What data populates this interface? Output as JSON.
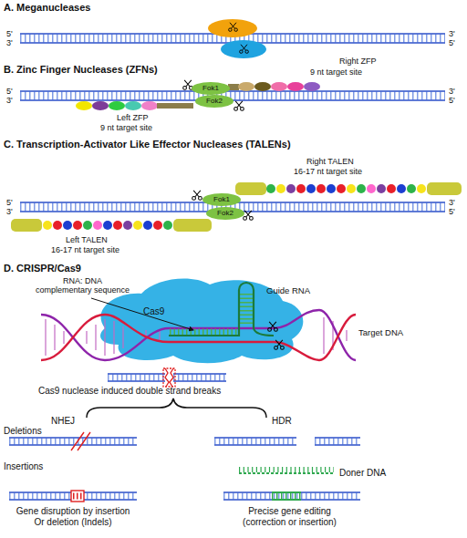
{
  "diagram": {
    "nodes": [
      {
        "text": [
          "Fok1"
        ]
      },
      {
        "text": [
          "Fok2"
        ]
      },
      {
        "text": [
          "Fok1"
        ]
      },
      {
        "text": [
          "Fok2"
        ]
      },
      {
        "text": [
          "Cas9"
        ]
      }
    ],
    "labels": [
      "A. Meganucleases",
      "5'",
      "3'",
      "3'",
      "5'",
      "B. Zinc Finger Nucleases (ZFNs)",
      "Right ZFP",
      "9 nt target site",
      "5'",
      "3'",
      "3'",
      "5'",
      "Left ZFP",
      "9 nt target site",
      "C. Transcription-Activator Like Effector Nucleases (TALENs)",
      "Right TALEN",
      "16-17 nt target site",
      "5'",
      "3'",
      "3'",
      "5'",
      "Left TALEN",
      "16-17 nt target site",
      "D. CRISPR/Cas9",
      "RNA: DNA complementary sequence",
      "Guide RNA",
      "Target DNA",
      "Cas9 nuclease induced double strand breaks",
      "NHEJ",
      "HDR",
      "Deletions",
      "Insertions",
      "Doner DNA",
      "Gene disruption by insertion Or deletion (Indels)",
      "Precise gene editing (correction or insertion)"
    ]
  }
}
